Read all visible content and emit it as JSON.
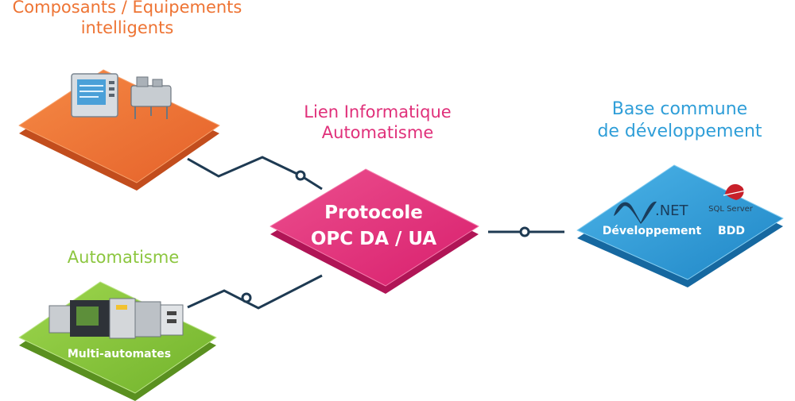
{
  "labels": {
    "components_line1": "Composants / Equipements",
    "components_line2": "intelligents",
    "link_line1": "Lien Informatique",
    "link_line2": "Automatisme",
    "base_line1": "Base commune",
    "base_line2": "de développement",
    "automation": "Automatisme"
  },
  "platforms": {
    "protocol_line1": "Protocole",
    "protocol_line2": "OPC DA / UA",
    "multi": "Multi-automates",
    "dev": "Développement",
    "bdd": "BDD",
    "net_logo": ".NET",
    "sql_logo": "SQL Server"
  },
  "colors": {
    "orange": "#ee7434",
    "pink": "#e0307a",
    "blue": "#2f9ed8",
    "green": "#8cc63f",
    "connector": "#1e3a52"
  },
  "icons": [
    "power-meter-icon",
    "industrial-equipment-icon",
    "plc-modules-icon",
    "dotnet-logo-icon",
    "sql-server-logo-icon"
  ]
}
